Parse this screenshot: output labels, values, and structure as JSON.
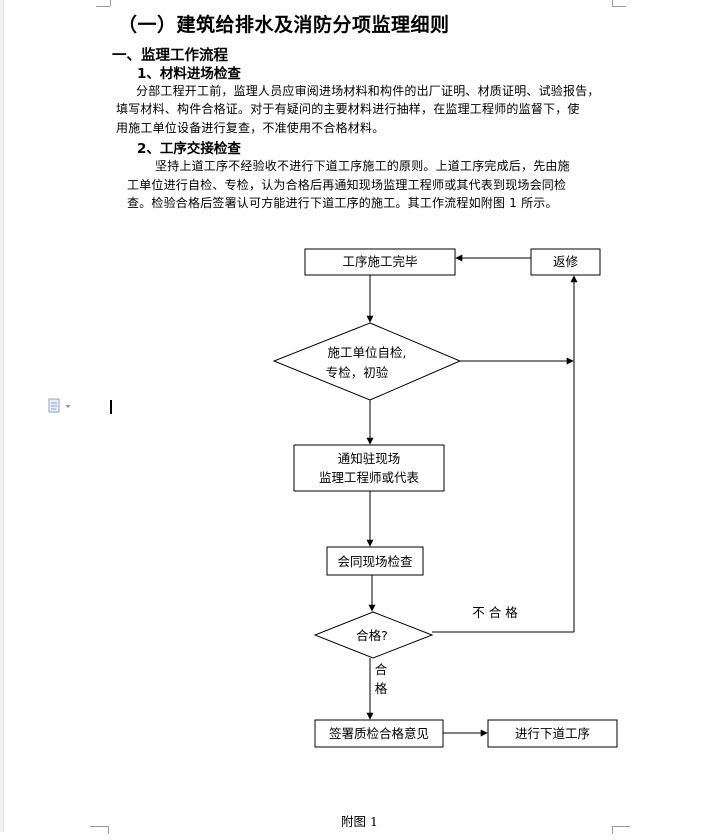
{
  "document": {
    "title": "（一）建筑给排水及消防分项监理细则",
    "section_heading": "一、监理工作流程",
    "sub1": {
      "heading": "1、材料进场检查",
      "lines": [
        "分部工程开工前，监理人员应审阅进场材料和构件的出厂证明、材质证明、试验报告，",
        "填写材料、构件合格证。对于有疑问的主要材料进行抽样，在监理工程师的监督下，使",
        "用施工单位设备进行复查，不准使用不合格材料。"
      ]
    },
    "sub2": {
      "heading": "2、工序交接检查",
      "lines": [
        "坚持上道工序不经验收不进行下道工序施工的原则。上道工序完成后，先由施",
        "工单位进行自检、专检，认为合格后再通知现场监理工程师或其代表到现场会同检",
        "查。检验合格后签署认可方能进行下道工序的施工。其工作流程如附图 1 所示。"
      ]
    }
  },
  "flowchart": {
    "node_done": "工序施工完毕",
    "node_rework": "返修",
    "node_selfcheck_line1": "施工单位自检,",
    "node_selfcheck_line2": "专检，初验",
    "node_notify_line1": "通知驻现场",
    "node_notify_line2": "监理工程师或代表",
    "node_joint": "会同现场检查",
    "node_qualified": "合格?",
    "label_fail": "不 合 格",
    "label_pass_1": "合",
    "label_pass_2": "格",
    "node_sign": "签署质检合格意见",
    "node_next": "进行下道工序"
  },
  "caption": "附图 1",
  "icons": {
    "doc_icon": "document-options-icon"
  }
}
